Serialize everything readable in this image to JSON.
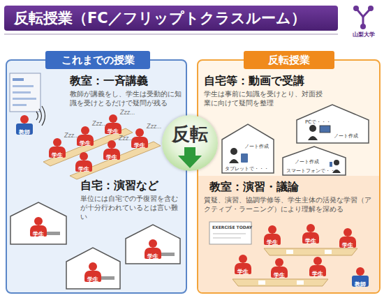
{
  "diagram": {
    "title": "反転授業（FC／フリップトクラスルーム）",
    "nodes": [
      {
        "text": [
          "これまでの授業"
        ]
      },
      {
        "text": [
          "教室：一斉講義",
          "教師が講義をし、学生は受動的に知識を受けとるだけで疑問が残る"
        ],
        "in": 0
      },
      {
        "text": [
          "自宅：演習など",
          "単位には自宅での予復習を含むが十分行われているとは言い難い"
        ],
        "in": 0
      },
      {
        "text": [
          "反転授業"
        ]
      },
      {
        "text": [
          "自宅等：動画で受講",
          "学生は事前に知識を受けとり、対面授業に向けて疑問を整理"
        ],
        "in": 3
      },
      {
        "text": [
          "教室：演習・議論",
          "質疑、演習、協調学修等、学生主体の活発な学習（アクティブ・ラーニング）により理解を深める"
        ],
        "in": 3
      },
      {
        "text": [
          "反転"
        ]
      }
    ],
    "labels": [
      "教師",
      "学生",
      "学生",
      "学生",
      "学生",
      "学生",
      "学生",
      "Zzz...",
      "Zzz...",
      "Zzz...",
      "Zzz...",
      "Zzz...",
      "学生",
      "学生",
      "学生",
      "PCで・・・",
      "ノート作成",
      "ノート作成",
      "タブレットで・・・",
      "ノート作成",
      "スマートフォンで・・・",
      "EXERCISE TODAY",
      "学生",
      "学生",
      "学生",
      "学生",
      "学生",
      "学生",
      "教師",
      "山梨大学"
    ]
  }
}
